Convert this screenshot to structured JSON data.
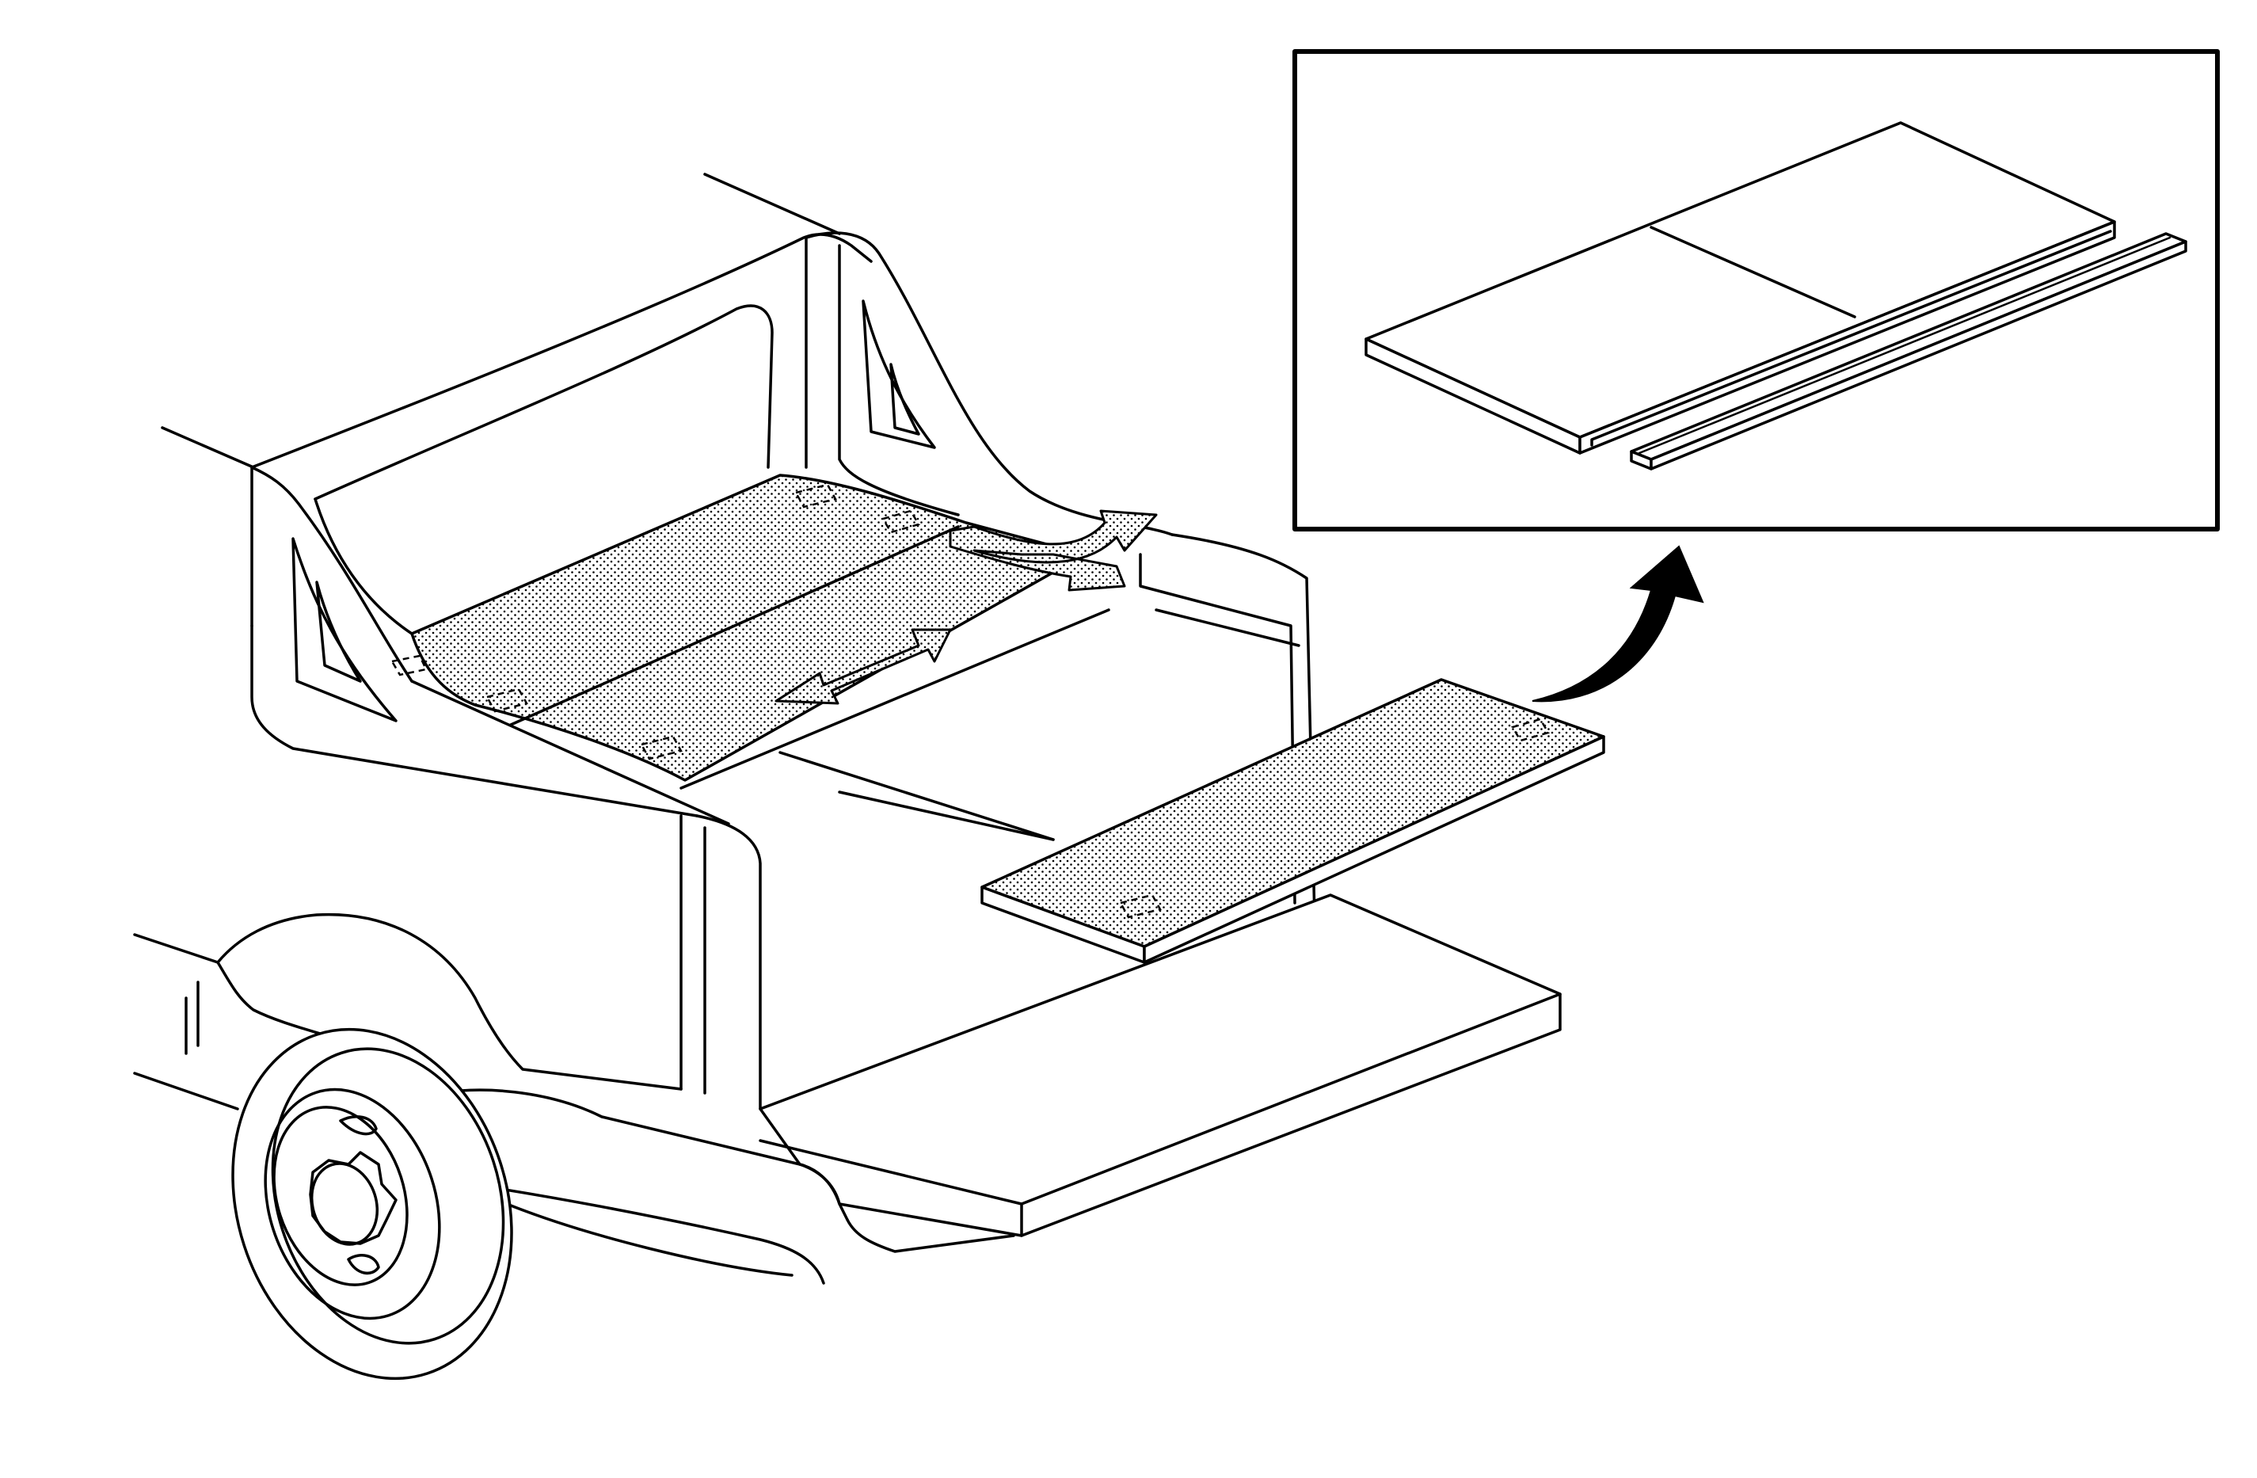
{
  "figure": {
    "subject": "pickup-truck-bed-floor-panel-removal",
    "panels_in_bed": 2,
    "panel_removed": 1,
    "inset_parts": [
      "floor-panel",
      "rail-strip"
    ],
    "colors": {
      "line": "#000000",
      "background": "#ffffff",
      "stipple": "#000000"
    },
    "icons": {
      "slide-arrow": "double-headed-arrow",
      "lift-arrow": "curved-arrow",
      "detail-arrow": "curved-black-arrow"
    }
  }
}
